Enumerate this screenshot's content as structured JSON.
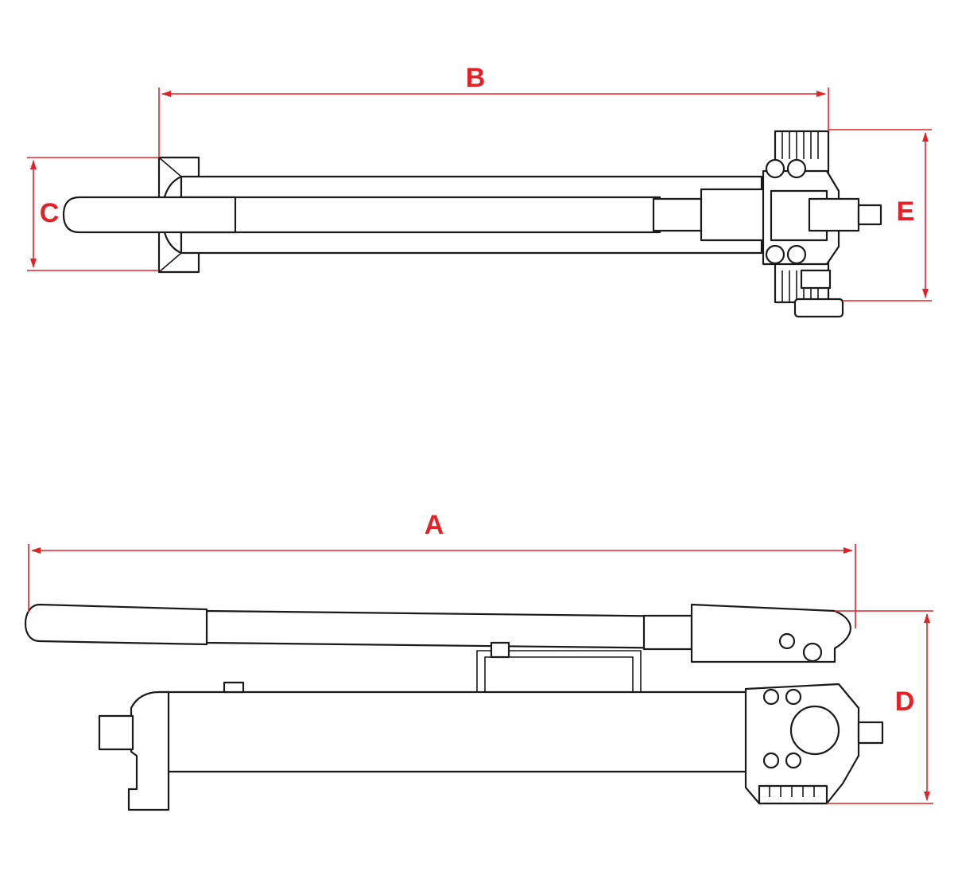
{
  "dimensions": {
    "A": "A",
    "B": "B",
    "C": "C",
    "D": "D",
    "E": "E"
  },
  "colors": {
    "dimension": "#e32228",
    "outline": "#1a1a1a",
    "background": "#ffffff"
  }
}
